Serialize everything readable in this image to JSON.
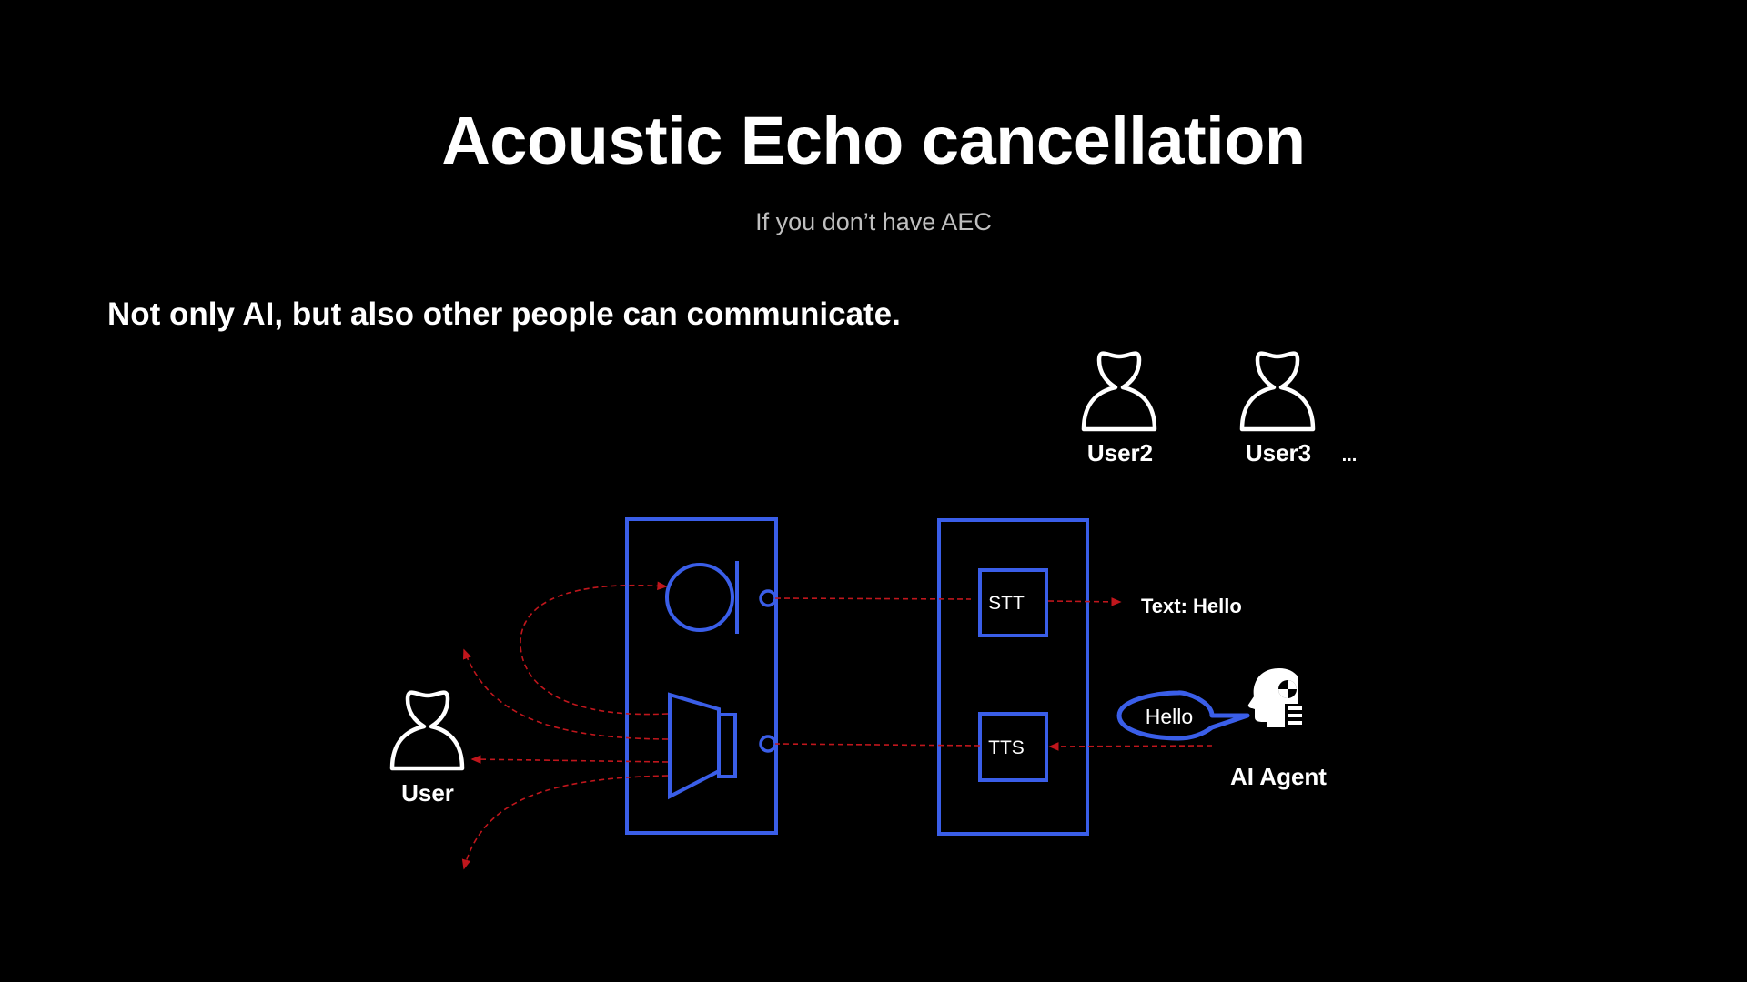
{
  "slide": {
    "title": "Acoustic Echo cancellation",
    "subtitle": "If you don’t have AEC",
    "statement": "Not only AI, but also other people can communicate."
  },
  "diagram": {
    "users": {
      "user": "User",
      "user2": "User2",
      "user3": "User3",
      "more": "..."
    },
    "device": {
      "stt_label": "STT",
      "tts_label": "TTS"
    },
    "output_text": "Text: Hello",
    "speech_bubble": "Hello",
    "agent_label": "AI Agent",
    "icons": {
      "user": "person-outline-icon",
      "agent": "robot-head-icon",
      "microphone": "microphone-icon",
      "speaker": "speaker-icon"
    },
    "colors": {
      "box_stroke": "#3a5ee8",
      "signal_arrow": "#c0161c",
      "background": "#000000",
      "text": "#ffffff"
    }
  }
}
